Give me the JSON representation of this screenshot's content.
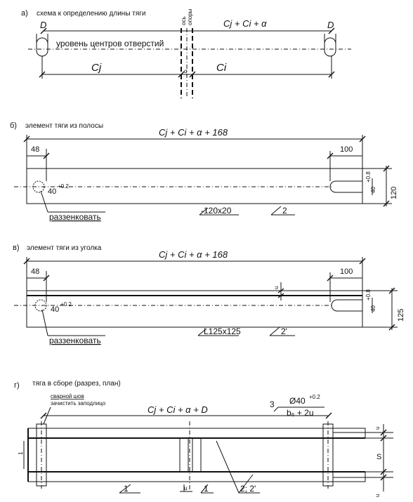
{
  "a": {
    "label": "а)",
    "title": "схема к определению длины тяги",
    "d": "D",
    "formula": "Cj + Ci + α",
    "centers": "уровень центров отверстий",
    "cj": "Cj",
    "ci": "Ci",
    "alpha": "α",
    "axis1": "ось",
    "axis2": "опоры"
  },
  "b": {
    "label": "б)",
    "title": "элемент тяги из полосы",
    "formula": "Cj + Ci + α + 168",
    "d48": "48",
    "d100": "100",
    "d120": "120",
    "hole": "40",
    "hole_tol": "+0.2",
    "slot_w": "40",
    "slot_tol": "+0.8",
    "note": "раззенковать",
    "profile": "-120х20",
    "pos": "2"
  },
  "v": {
    "label": "в)",
    "title": "элемент тяги из уголка",
    "formula": "Cj + Ci + α + 168",
    "d48": "48",
    "d100": "100",
    "d125": "125",
    "hole": "40",
    "hole_tol": "+0.2",
    "slot_w": "40",
    "slot_tol": "+0.8",
    "u": "u",
    "note": "раззенковать",
    "profile": "L125х125",
    "pos": "2'"
  },
  "g": {
    "label": "г)",
    "title": "тяга в сборе (разрез, план)",
    "weld1": "сварной шов",
    "weld2": "зачистить заподлицо",
    "formula": "Cj + Ci + α + D",
    "pos3": "3",
    "hole_spec": "Ø40",
    "hole_tol": "+0.2",
    "b_spec": "b₆ + 2u",
    "u": "u",
    "s": "S",
    "one": "1",
    "pos22": "2; 2'",
    "l1": "1",
    "l2": "1"
  }
}
